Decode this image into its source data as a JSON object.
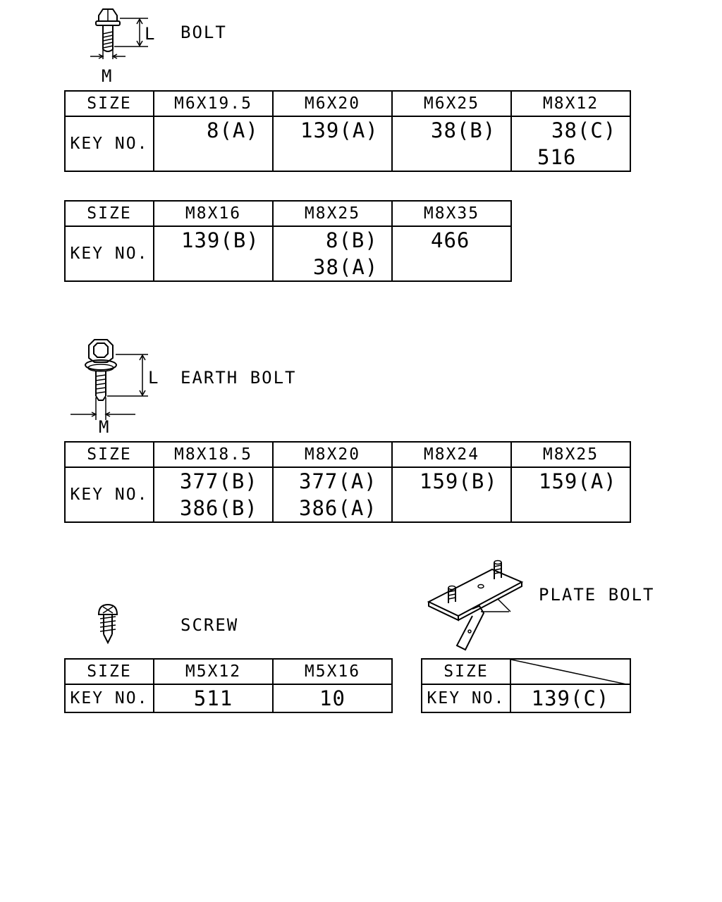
{
  "bolt": {
    "title": "BOLT",
    "dim_l": "L",
    "dim_m": "M",
    "table1": {
      "size_label": "SIZE",
      "key_label": "KEY NO.",
      "columns": [
        {
          "size": "M6X19.5",
          "keys": [
            "8(A)"
          ]
        },
        {
          "size": "M6X20",
          "keys": [
            "139(A)"
          ]
        },
        {
          "size": "M6X25",
          "keys": [
            "38(B)"
          ]
        },
        {
          "size": "M8X12",
          "keys": [
            "38(C)",
            "516"
          ]
        }
      ]
    },
    "table2": {
      "size_label": "SIZE",
      "key_label": "KEY NO.",
      "columns": [
        {
          "size": "M8X16",
          "keys": [
            "139(B)"
          ]
        },
        {
          "size": "M8X25",
          "keys": [
            "8(B)",
            "38(A)"
          ]
        },
        {
          "size": "M8X35",
          "keys": [
            "466"
          ]
        }
      ]
    }
  },
  "earth_bolt": {
    "title": "EARTH BOLT",
    "dim_l": "L",
    "dim_m": "M",
    "table": {
      "size_label": "SIZE",
      "key_label": "KEY NO.",
      "columns": [
        {
          "size": "M8X18.5",
          "keys": [
            "377(B)",
            "386(B)"
          ]
        },
        {
          "size": "M8X20",
          "keys": [
            "377(A)",
            "386(A)"
          ]
        },
        {
          "size": "M8X24",
          "keys": [
            "159(B)"
          ]
        },
        {
          "size": "M8X25",
          "keys": [
            "159(A)"
          ]
        }
      ]
    }
  },
  "screw": {
    "title": "SCREW",
    "table": {
      "size_label": "SIZE",
      "key_label": "KEY NO.",
      "columns": [
        {
          "size": "M5X12",
          "keys": [
            "511"
          ]
        },
        {
          "size": "M5X16",
          "keys": [
            "10"
          ]
        }
      ]
    }
  },
  "plate_bolt": {
    "title": "PLATE BOLT",
    "table": {
      "size_label": "SIZE",
      "key_label": "KEY NO.",
      "key": "139(C)"
    }
  }
}
